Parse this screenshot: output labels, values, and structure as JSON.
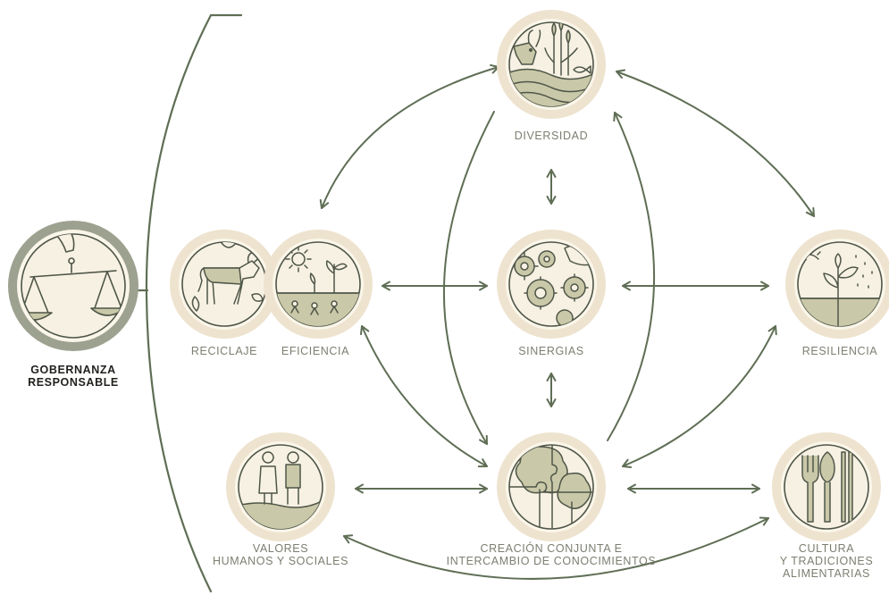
{
  "nodes": {
    "governance": {
      "line1": "GOBERNANZA",
      "line2": "RESPONSABLE",
      "icon": "scales-icon"
    },
    "diversity": {
      "label": "DIVERSIDAD",
      "icon": "animal-plant-fish-icon"
    },
    "recycling": {
      "label": "RECICLAJE",
      "icon": "cow-leaves-icon"
    },
    "efficiency": {
      "label": "EFICIENCIA",
      "icon": "sun-seedlings-icon"
    },
    "synergies": {
      "label": "SINERGIAS",
      "icon": "gears-hand-icon"
    },
    "resilience": {
      "label": "RESILIENCIA",
      "icon": "sun-rain-plant-icon"
    },
    "values": {
      "line1": "VALORES",
      "line2": "HUMANOS Y SOCIALES",
      "icon": "people-hand-icon"
    },
    "cocreation": {
      "line1": "CREACIÓN CONJUNTA E",
      "line2": "INTERCAMBIO DE CONOCIMIENTOS",
      "icon": "tree-puzzle-icon"
    },
    "culture": {
      "line1": "CULTURA",
      "line2": "Y TRADICIONES",
      "line3": "ALIMENTARIAS",
      "icon": "cutlery-icon"
    }
  },
  "colors": {
    "arrow": "#5f6e55",
    "ring": "#eee3cf",
    "icon_stroke": "#4f5648",
    "icon_fill": "#c9c8a8",
    "governance_ring": "#9da190",
    "label": "#7b7f70",
    "label_dark": "#1f211c"
  }
}
